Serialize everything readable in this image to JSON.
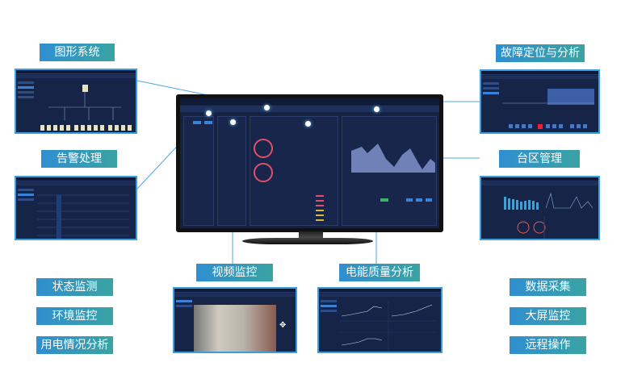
{
  "left_labels": {
    "graphics": "图形系统",
    "alarm": "告警处理"
  },
  "right_labels": {
    "fault": "故障定位与分析",
    "area": "台区管理"
  },
  "bottom_labels": {
    "video": "视频监控",
    "power_quality": "电能质量分析"
  },
  "left_features": [
    "状态监测",
    "环境监控",
    "用电情况分析"
  ],
  "right_features": [
    "数据采集",
    "大屏监控",
    "远程操作"
  ],
  "colors": {
    "label_start": "#2f8fd0",
    "label_end": "#3aa3a3",
    "screen_bg": "#14213f",
    "frame": "#3a9fe0"
  }
}
